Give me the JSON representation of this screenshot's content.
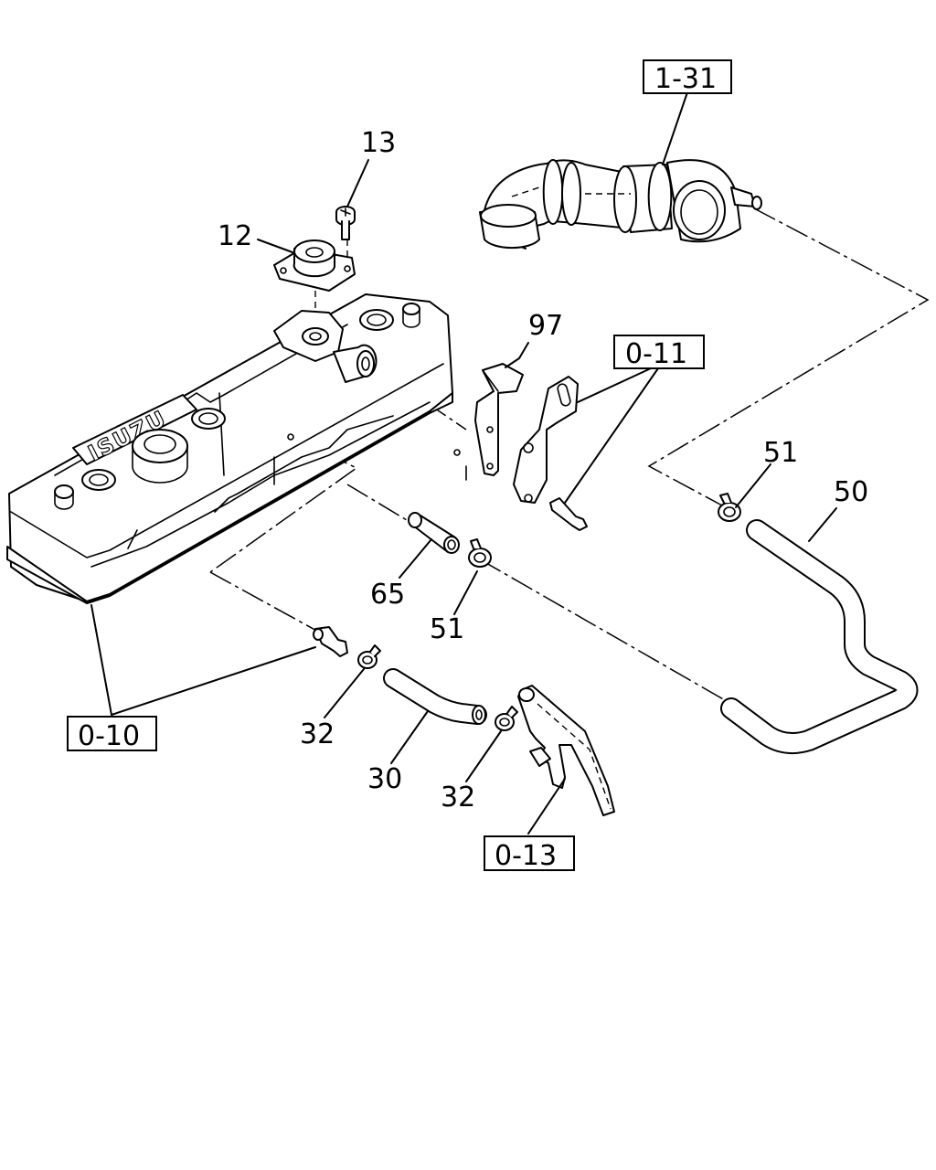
{
  "brand_label": "ISUZU",
  "callouts": {
    "p13": "13",
    "p12": "12",
    "p97": "97",
    "p65": "65",
    "p51a": "51",
    "p51b": "51",
    "p50": "50",
    "p32a": "32",
    "p32b": "32",
    "p30": "30"
  },
  "references": {
    "r1_31": "1-31",
    "r0_11": "0-11",
    "r0_10": "0-10",
    "r0_13": "0-13"
  }
}
